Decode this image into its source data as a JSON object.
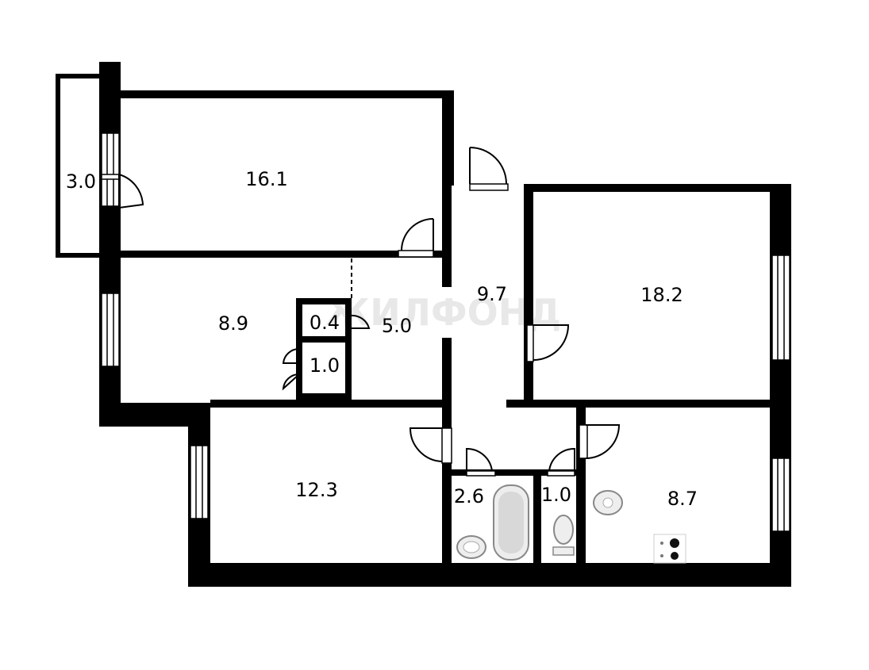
{
  "rooms": {
    "balcony": "3.0",
    "bedroom_top": "16.1",
    "room_left": "8.9",
    "closet_small": "0.4",
    "closet": "1.0",
    "hall_small": "5.0",
    "corridor": "9.7",
    "living_room": "18.2",
    "bedroom_bottom": "12.3",
    "bathroom": "2.6",
    "toilet": "1.0",
    "kitchen": "8.7"
  },
  "watermark": "ЖИЛФОНД",
  "icons": {
    "bathtub": "bathtub-icon",
    "sink": "sink-icon",
    "toilet": "toilet-icon",
    "stove": "stove-icon"
  }
}
